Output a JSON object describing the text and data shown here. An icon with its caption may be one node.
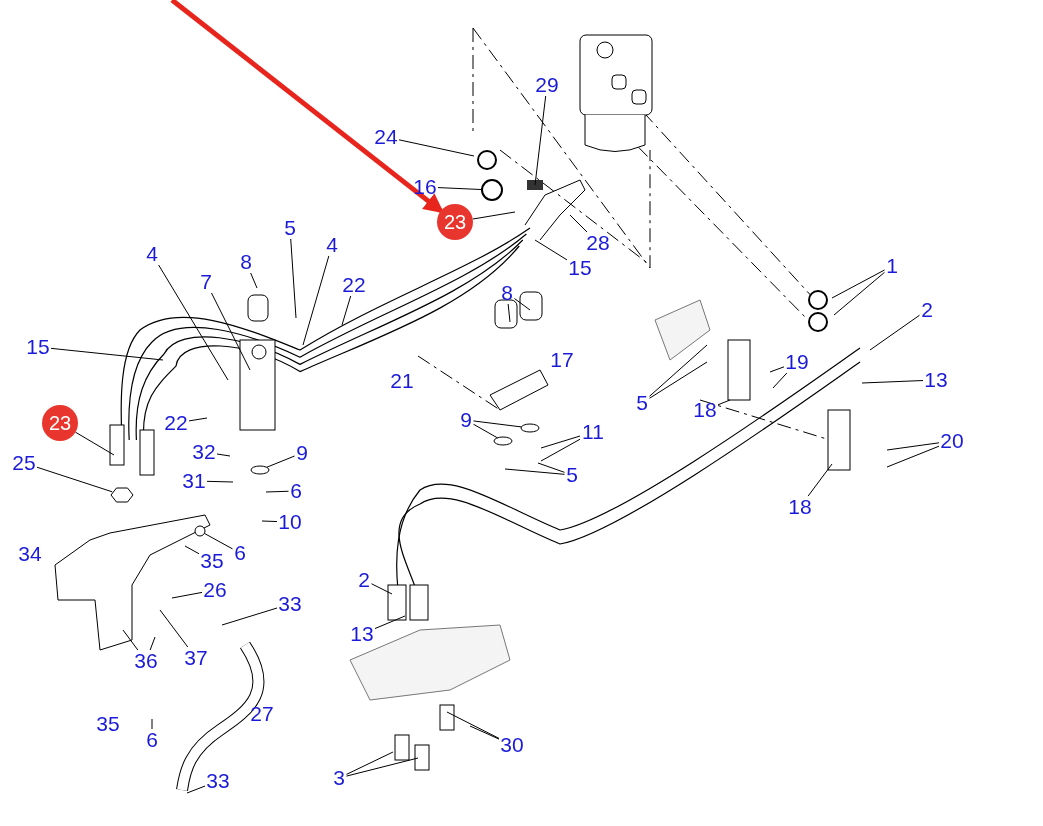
{
  "diagram": {
    "nodes": [
      {
        "text": [
          "29"
        ]
      },
      {
        "text": [
          "24"
        ]
      },
      {
        "text": [
          "16"
        ]
      },
      {
        "text": [
          "23"
        ]
      },
      {
        "text": [
          "28"
        ]
      },
      {
        "text": [
          "15"
        ]
      },
      {
        "text": [
          "5"
        ]
      },
      {
        "text": [
          "4"
        ]
      },
      {
        "text": [
          "22"
        ]
      },
      {
        "text": [
          "8"
        ]
      },
      {
        "text": [
          "4"
        ]
      },
      {
        "text": [
          "7"
        ]
      },
      {
        "text": [
          "15"
        ]
      },
      {
        "text": [
          "1"
        ]
      },
      {
        "text": [
          "2"
        ]
      },
      {
        "text": [
          "8"
        ]
      },
      {
        "text": [
          "17"
        ]
      },
      {
        "text": [
          "21"
        ]
      },
      {
        "text": [
          "13"
        ]
      },
      {
        "text": [
          "5"
        ]
      },
      {
        "text": [
          "19"
        ]
      },
      {
        "text": [
          "18"
        ]
      },
      {
        "text": [
          "23"
        ]
      },
      {
        "text": [
          "22"
        ]
      },
      {
        "text": [
          "9"
        ]
      },
      {
        "text": [
          "11"
        ]
      },
      {
        "text": [
          "32"
        ]
      },
      {
        "text": [
          "9"
        ]
      },
      {
        "text": [
          "31"
        ]
      },
      {
        "text": [
          "25"
        ]
      },
      {
        "text": [
          "6"
        ]
      },
      {
        "text": [
          "5"
        ]
      },
      {
        "text": [
          "20"
        ]
      },
      {
        "text": [
          "10"
        ]
      },
      {
        "text": [
          "18"
        ]
      },
      {
        "text": [
          "34"
        ]
      },
      {
        "text": [
          "35"
        ]
      },
      {
        "text": [
          "6"
        ]
      },
      {
        "text": [
          "26"
        ]
      },
      {
        "text": [
          "2"
        ]
      },
      {
        "text": [
          "33"
        ]
      },
      {
        "text": [
          "13"
        ]
      },
      {
        "text": [
          "36"
        ]
      },
      {
        "text": [
          "37"
        ]
      },
      {
        "text": [
          "27"
        ]
      },
      {
        "text": [
          "35"
        ]
      },
      {
        "text": [
          "6"
        ]
      },
      {
        "text": [
          "30"
        ]
      },
      {
        "text": [
          "3"
        ]
      },
      {
        "text": [
          "33"
        ]
      },
      {
        "text": [],
        "shape": "circle"
      },
      {
        "text": [],
        "shape": "circle"
      },
      {
        "text": [],
        "shape": "circle"
      },
      {
        "text": [],
        "shape": "circle"
      },
      {
        "text": [],
        "shape": "circle"
      },
      {
        "text": [],
        "shape": "hexagon"
      }
    ],
    "edges": [
      {
        "from": null,
        "to": 3,
        "arrow": "to",
        "style": "thick",
        "color": "#e8251d"
      },
      {
        "from": 0,
        "to": null,
        "arrow": "none"
      },
      {
        "from": 1,
        "to": null,
        "arrow": "none"
      },
      {
        "from": 2,
        "to": 50,
        "arrow": "none"
      },
      {
        "from": 3,
        "to": null,
        "arrow": "none"
      },
      {
        "from": 4,
        "to": null,
        "arrow": "none"
      },
      {
        "from": 5,
        "to": null,
        "arrow": "none"
      },
      {
        "from": 6,
        "to": null,
        "arrow": "none"
      },
      {
        "from": 7,
        "to": null,
        "arrow": "none"
      },
      {
        "from": 8,
        "to": null,
        "arrow": "none"
      },
      {
        "from": 9,
        "to": null,
        "arrow": "none"
      },
      {
        "from": 10,
        "to": null,
        "arrow": "none"
      },
      {
        "from": 11,
        "to": null,
        "arrow": "none"
      },
      {
        "from": 12,
        "to": null,
        "arrow": "none"
      },
      {
        "from": 13,
        "to": null,
        "arrow": "none"
      },
      {
        "from": 13,
        "to": null,
        "arrow": "none"
      },
      {
        "from": 14,
        "to": null,
        "arrow": "none"
      },
      {
        "from": 15,
        "to": null,
        "arrow": "none"
      },
      {
        "from": 15,
        "to": null,
        "arrow": "none"
      },
      {
        "from": 18,
        "to": null,
        "arrow": "none"
      },
      {
        "from": 19,
        "to": null,
        "arrow": "none"
      },
      {
        "from": 19,
        "to": null,
        "arrow": "none"
      },
      {
        "from": 20,
        "to": null,
        "arrow": "none"
      },
      {
        "from": 20,
        "to": null,
        "arrow": "none"
      },
      {
        "from": 21,
        "to": null,
        "arrow": "none"
      },
      {
        "from": 22,
        "to": null,
        "arrow": "none"
      },
      {
        "from": 23,
        "to": null,
        "arrow": "none"
      },
      {
        "from": 24,
        "to": 51,
        "arrow": "none"
      },
      {
        "from": 24,
        "to": 52,
        "arrow": "none"
      },
      {
        "from": 25,
        "to": null,
        "arrow": "none"
      },
      {
        "from": 25,
        "to": null,
        "arrow": "none"
      },
      {
        "from": 26,
        "to": null,
        "arrow": "none"
      },
      {
        "from": 27,
        "to": 53,
        "arrow": "none"
      },
      {
        "from": 28,
        "to": null,
        "arrow": "none"
      },
      {
        "from": 29,
        "to": 55,
        "arrow": "none"
      },
      {
        "from": 30,
        "to": null,
        "arrow": "none"
      },
      {
        "from": 31,
        "to": null,
        "arrow": "none"
      },
      {
        "from": 31,
        "to": null,
        "arrow": "none"
      },
      {
        "from": 32,
        "to": null,
        "arrow": "none"
      },
      {
        "from": 32,
        "to": null,
        "arrow": "none"
      },
      {
        "from": 33,
        "to": null,
        "arrow": "none"
      },
      {
        "from": 34,
        "to": null,
        "arrow": "none"
      },
      {
        "from": 36,
        "to": null,
        "arrow": "none"
      },
      {
        "from": 37,
        "to": 54,
        "arrow": "none"
      },
      {
        "from": 38,
        "to": null,
        "arrow": "none"
      },
      {
        "from": 39,
        "to": null,
        "arrow": "none"
      },
      {
        "from": 40,
        "to": null,
        "arrow": "none"
      },
      {
        "from": 41,
        "to": null,
        "arrow": "none"
      },
      {
        "from": 42,
        "to": null,
        "arrow": "none"
      },
      {
        "from": 42,
        "to": null,
        "arrow": "none"
      },
      {
        "from": 43,
        "to": null,
        "arrow": "none"
      },
      {
        "from": 46,
        "to": null,
        "arrow": "none"
      },
      {
        "from": 47,
        "to": null,
        "arrow": "none"
      },
      {
        "from": 47,
        "to": null,
        "arrow": "none"
      },
      {
        "from": 48,
        "to": null,
        "arrow": "none"
      },
      {
        "from": 48,
        "to": null,
        "arrow": "none"
      },
      {
        "from": 49,
        "to": null,
        "arrow": "none"
      }
    ]
  }
}
